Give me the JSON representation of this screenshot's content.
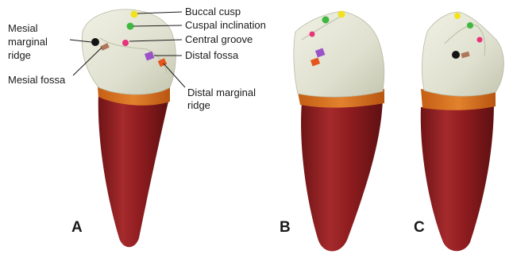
{
  "labels": {
    "buccal_cusp": "Buccal cusp",
    "cuspal_inclination": "Cuspal inclination",
    "central_groove": "Central groove",
    "distal_fossa": "Distal fossa",
    "distal_marginal_ridge_line1": "Distal marginal",
    "distal_marginal_ridge_line2": "ridge",
    "mesial_marginal_ridge_line1": "Mesial",
    "mesial_marginal_ridge_line2": "marginal",
    "mesial_marginal_ridge_line3": "ridge",
    "mesial_fossa": "Mesial fossa"
  },
  "panels": {
    "a": "A",
    "b": "B",
    "c": "C"
  },
  "colors": {
    "crown": "#e3e4d4",
    "crown_shade": "#c9cbb6",
    "cervical_band": "#d5701f",
    "root": "#8e1c1f",
    "root_highlight": "#b8383a",
    "buccal_cusp": "#f1e21e",
    "cuspal_inclination": "#3fb83f",
    "central_groove": "#e8327a",
    "distal_fossa": "#9a52c9",
    "distal_marginal_ridge": "#e4561d",
    "mesial_marginal_ridge": "#141414",
    "mesial_fossa": "#b0765a"
  }
}
